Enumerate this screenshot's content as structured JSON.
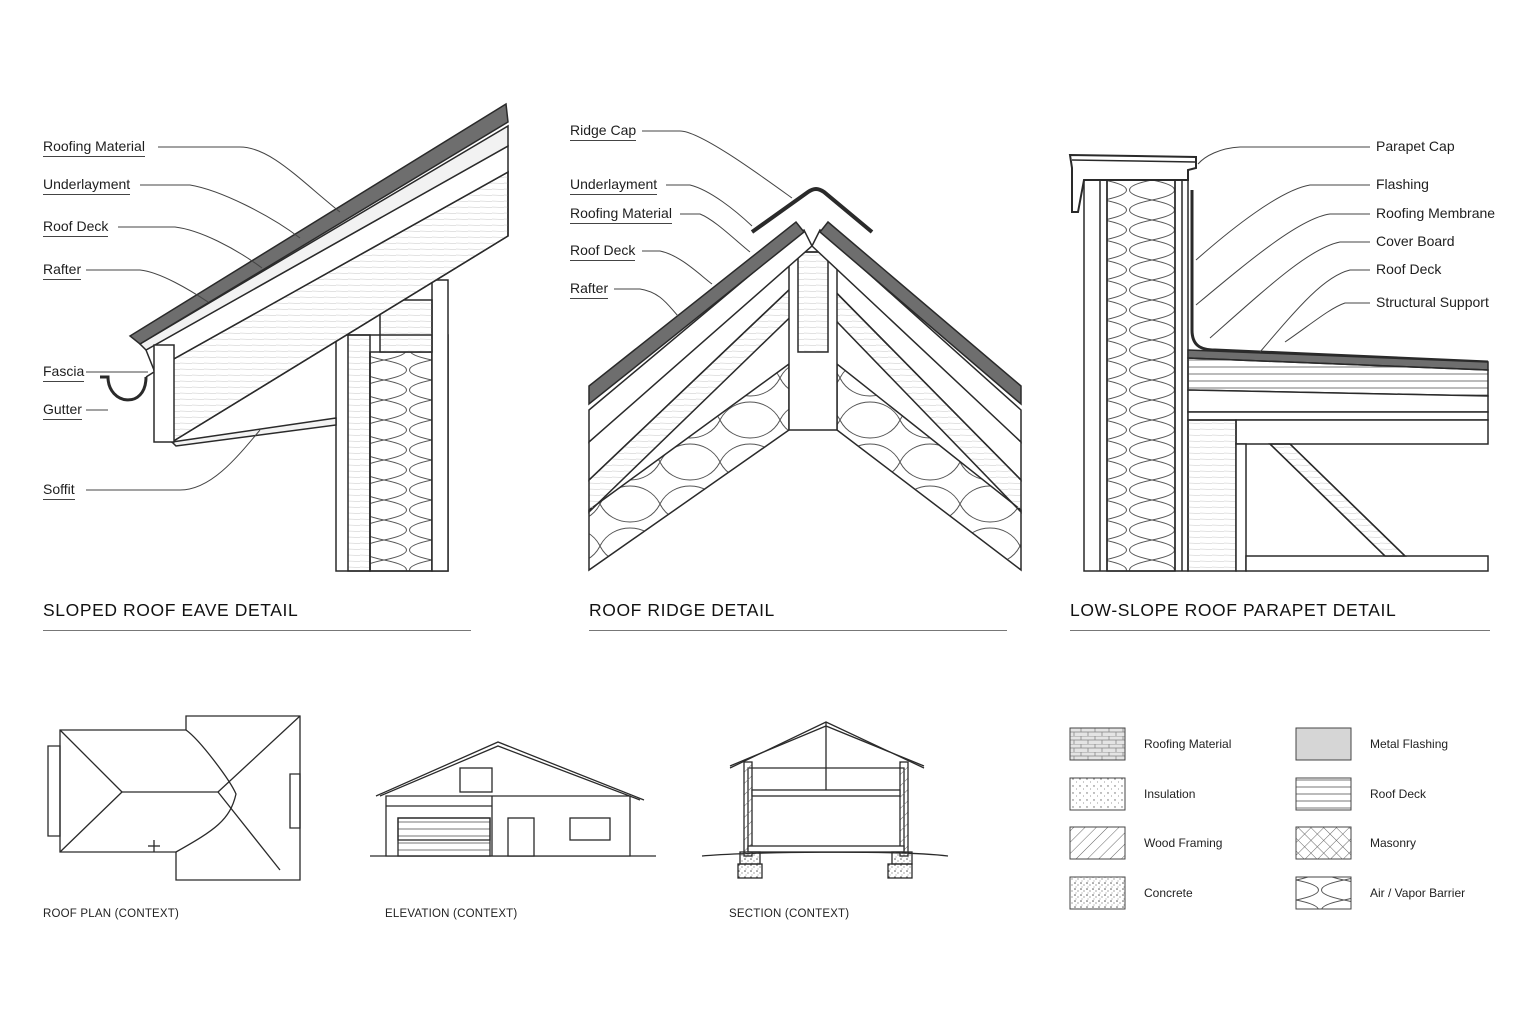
{
  "eave_detail": {
    "title": "SLOPED ROOF EAVE DETAIL",
    "labels": {
      "roofing_material": "Roofing Material",
      "underlayment": "Underlayment",
      "roof_deck": "Roof Deck",
      "rafter": "Rafter",
      "fascia": "Fascia",
      "gutter": "Gutter",
      "soffit": "Soffit"
    }
  },
  "ridge_detail": {
    "title": "ROOF RIDGE DETAIL",
    "labels": {
      "ridge_cap": "Ridge Cap",
      "underlayment": "Underlayment",
      "roofing_material": "Roofing Material",
      "roof_deck": "Roof Deck",
      "rafter": "Rafter"
    }
  },
  "parapet_detail": {
    "title": "LOW-SLOPE ROOF PARAPET DETAIL",
    "labels": {
      "parapet_cap": "Parapet Cap",
      "flashing": "Flashing",
      "roofing_membrane": "Roofing Membrane",
      "cover_board": "Cover Board",
      "roof_deck": "Roof Deck",
      "structural_support": "Structural Support"
    }
  },
  "context": {
    "roof_plan": "ROOF PLAN (CONTEXT)",
    "elevation": "ELEVATION (CONTEXT)",
    "section": "SECTION (CONTEXT)"
  },
  "legend": [
    {
      "label": "Roofing Material",
      "pattern": "brick"
    },
    {
      "label": "Metal Flashing",
      "pattern": "solid-gray"
    },
    {
      "label": "Insulation",
      "pattern": "dots"
    },
    {
      "label": "Roof Deck",
      "pattern": "horizontal-lines"
    },
    {
      "label": "Wood Framing",
      "pattern": "diagonal-hatch"
    },
    {
      "label": "Masonry",
      "pattern": "cross-hatch"
    },
    {
      "label": "Concrete",
      "pattern": "stipple"
    },
    {
      "label": "Air / Vapor Barrier",
      "pattern": "batt-wave"
    }
  ],
  "colors": {
    "line": "#2a2a2a",
    "roofing": "#6e6e6e",
    "flashing": "#d6d6d6"
  }
}
